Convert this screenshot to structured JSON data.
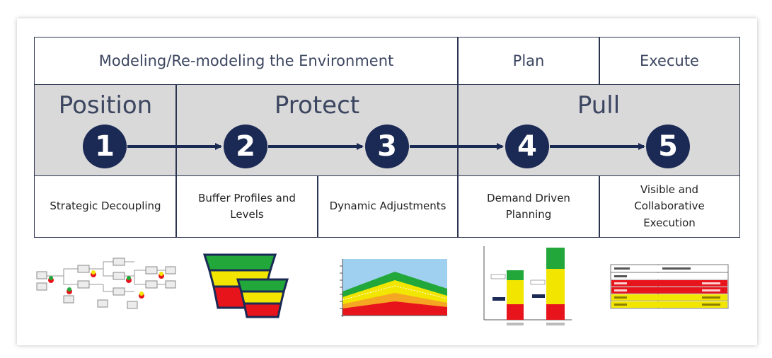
{
  "header": {
    "modeling": "Modeling/Re-modeling the Environment",
    "plan": "Plan",
    "execute": "Execute"
  },
  "phases": {
    "position": "Position",
    "protect": "Protect",
    "pull": "Pull"
  },
  "steps": [
    "1",
    "2",
    "3",
    "4",
    "5"
  ],
  "components": {
    "c1": "Strategic Decoupling",
    "c2": "Buffer Profiles and Levels",
    "c3": "Dynamic Adjustments",
    "c4": "Demand Driven Planning",
    "c5": "Visible and Collaborative Execution"
  },
  "colors": {
    "step_fill": "#1b2a55",
    "band_gray": "#d9d9d9",
    "green": "#22a83a",
    "yellow": "#f2e600",
    "red": "#e8141c",
    "sky": "#9fd0ef"
  }
}
